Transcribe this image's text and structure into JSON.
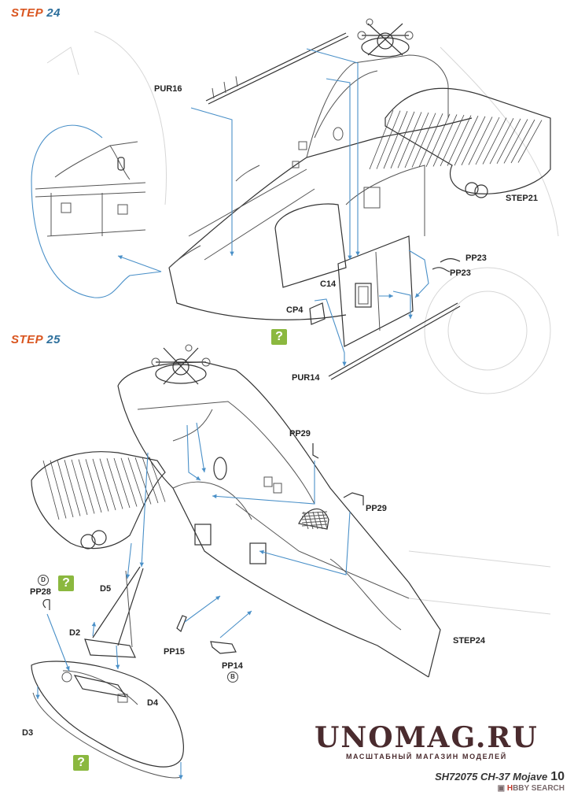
{
  "steps": {
    "step24": {
      "word": "STEP",
      "number": "24"
    },
    "step25": {
      "word": "STEP",
      "number": "25"
    }
  },
  "callouts": {
    "pur16": "PUR16",
    "step21": "STEP21",
    "pp23_a": "PP23",
    "pp23_b": "PP23",
    "c14": "C14",
    "cp4": "CP4",
    "pur14": "PUR14",
    "pp29_a": "PP29",
    "pp29_b": "PP29",
    "pp28": "PP28",
    "d5": "D5",
    "d2": "D2",
    "pp15": "PP15",
    "pp14": "PP14",
    "d4": "D4",
    "d3": "D3",
    "step24_ref": "STEP24"
  },
  "markers": {
    "pp28": "D",
    "pp14": "B"
  },
  "question_mark": "?",
  "watermark": {
    "main": "UNOMAG.RU",
    "sub": "МАСШТАБНЫЙ МАГАЗИН МОДЕЛЕЙ"
  },
  "footer": {
    "title": "SH72075 CH-37 Mojave",
    "page": "10",
    "brand_prefix": "H",
    "brand_rest": "BBY SEARCH",
    "brand_mark": "▣"
  },
  "colors": {
    "accent_orange": "#d9551f",
    "accent_blue": "#4a90c8",
    "question_green": "#8bb83f",
    "line": "#555555"
  }
}
